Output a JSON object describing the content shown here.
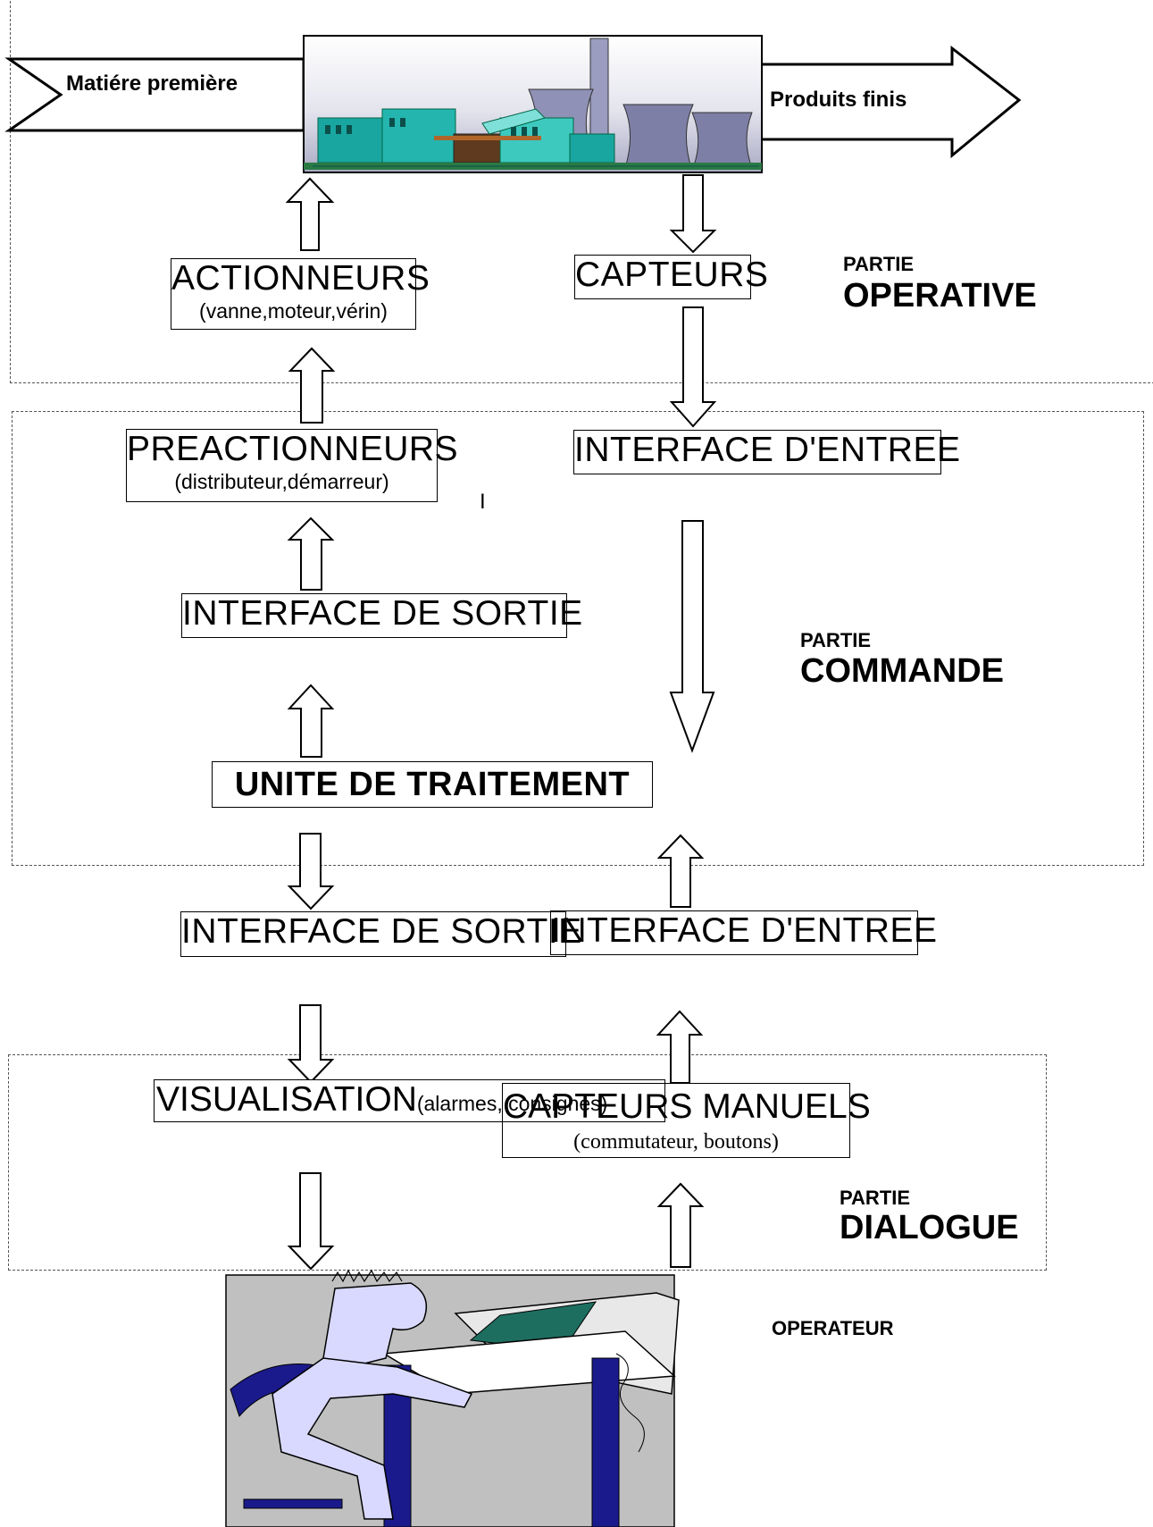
{
  "flow": {
    "input_label": "Matiére première",
    "output_label": "Produits finis"
  },
  "blocks": {
    "actionneurs": {
      "title": "ACTIONNEURS",
      "detail": "(vanne,moteur,vérin)"
    },
    "capteurs": {
      "title": "CAPTEURS"
    },
    "preactionneurs": {
      "title": "PREACTIONNEURS",
      "detail": "(distributeur,démarreur)"
    },
    "interface_entree": {
      "title": "INTERFACE D'ENTREE"
    },
    "interface_sortie": {
      "title": "INTERFACE DE SORTIE"
    },
    "unite_traitement": {
      "title": "UNITE DE TRAITEMENT"
    },
    "interface_sortie_2": {
      "title": "INTERFACE DE SORTIE"
    },
    "interface_entree_2": {
      "title": "INTERFACE D'ENTREE"
    },
    "visualisation": {
      "title": "VISUALISATION",
      "detail": "(alarmes, consignes)"
    },
    "capteurs_manuels": {
      "title": "CAPTEURS MANUELS",
      "detail": "(commutateur, boutons)"
    }
  },
  "stray_mark": "I",
  "zones": {
    "operative": {
      "line1": "PARTIE",
      "line2": "OPERATIVE"
    },
    "commande": {
      "line1": "PARTIE",
      "line2": "COMMANDE"
    },
    "dialogue": {
      "line1": "PARTIE",
      "line2": "DIALOGUE"
    }
  },
  "operator_label": "OPERATEUR",
  "colors": {
    "factory_sky": "#ffffff",
    "factory_building": "#1aa6a0",
    "cooling_tower": "#7d7fa6",
    "operator_bg": "#c0c0c0",
    "operator_chair": "#1a1a8c",
    "screen": "#1e6e60"
  }
}
